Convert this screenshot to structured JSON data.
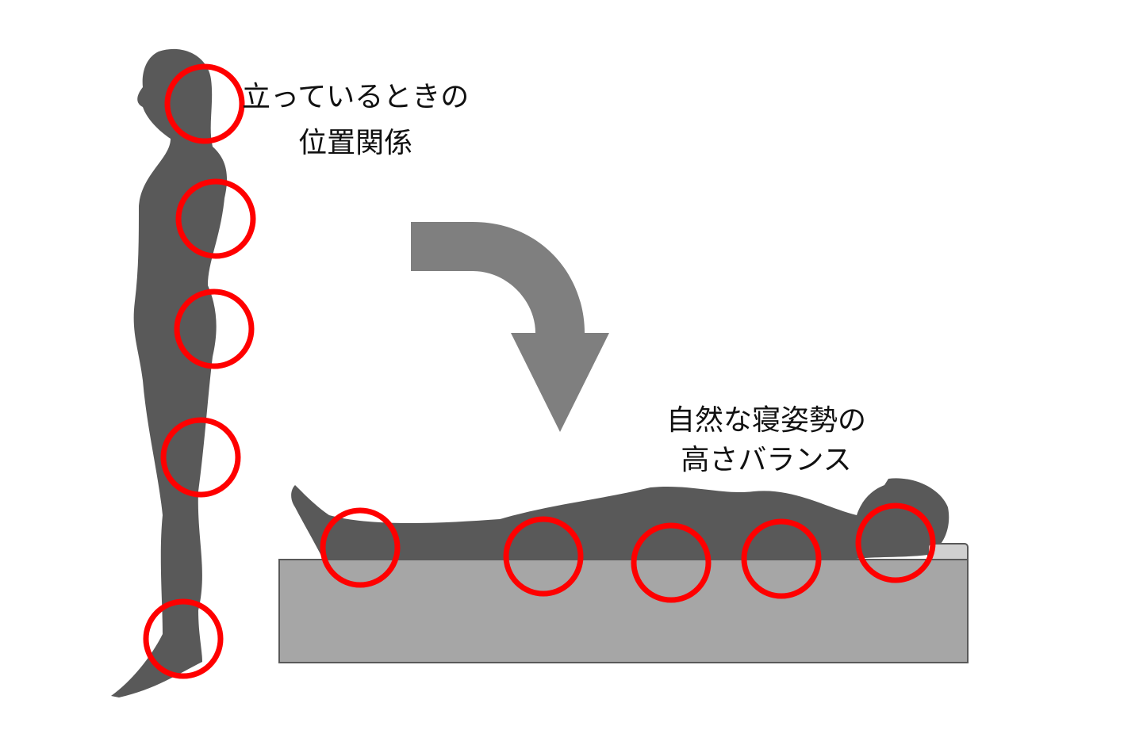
{
  "labels": {
    "standing_line1": "立っているときの",
    "standing_line2": "位置関係",
    "lying_line1": "自然な寝姿勢の",
    "lying_line2": "高さバランス"
  },
  "colors": {
    "figure": "#595959",
    "marker_circle": "#ff0000",
    "arrow": "#7f7f7f",
    "mattress": "#a6a6a6",
    "pillow": "#d0d0d0"
  }
}
